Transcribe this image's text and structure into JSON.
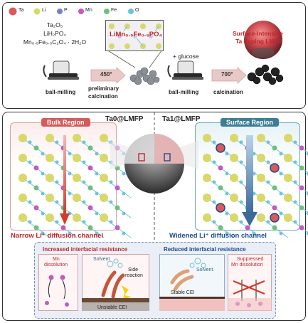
{
  "legend": {
    "ta": "Ta",
    "li": "Li",
    "p": "P",
    "mn": "Mn",
    "fe": "Fe",
    "o": "O"
  },
  "colors": {
    "ta": "#d95a5a",
    "li": "#d9d86a",
    "p": "#7b7fc9",
    "mn": "#c25ac2",
    "fe": "#6ec07a",
    "o": "#6ec3d9",
    "red_accent": "#c0262c",
    "blue_accent": "#1e4a8c"
  },
  "precursors": {
    "line1": "Ta₂O₅",
    "line2": "LiH₂PO₄",
    "line3": "Mn₀.₅Fe₀.₅C₂O₄ · 2H₂O"
  },
  "synthesis": {
    "product_label": "LiMn₀.₅Fe₀.₅PO₄",
    "step1": "ball-milling",
    "temp1": "450°",
    "step2_line1": "preliminary",
    "step2_line2": "calcination",
    "glucose": "+ glucose",
    "step3": "ball-milling",
    "temp2": "700°",
    "step4": "calcination",
    "final_line1": "Surface-Intensive",
    "final_line2": "Ta doping LMFP"
  },
  "comparison": {
    "left_title": "Ta0@LMFP",
    "right_title": "Ta1@LMFP",
    "left_region": "Bulk Region",
    "right_region": "Surface Region",
    "left_channel": "Narrow Li⁺ diffusion channel",
    "right_channel": "Widened Li⁺ diffusion channel"
  },
  "interface": {
    "left_title": "Increased interfacial resistance",
    "right_title": "Reduced interfacial resistance",
    "mn_dissolution_1": "Mn",
    "mn_dissolution_2": "dissolution",
    "solvent_left": "Solvent",
    "side_reaction_1": "Side",
    "side_reaction_2": "reaction",
    "unstable_cei": "Unstable CEI",
    "solvent_right": "Solvent",
    "stable_cei": "Stable CEI",
    "suppressed_1": "Suppressed",
    "suppressed_2": "Mn dissolution"
  }
}
